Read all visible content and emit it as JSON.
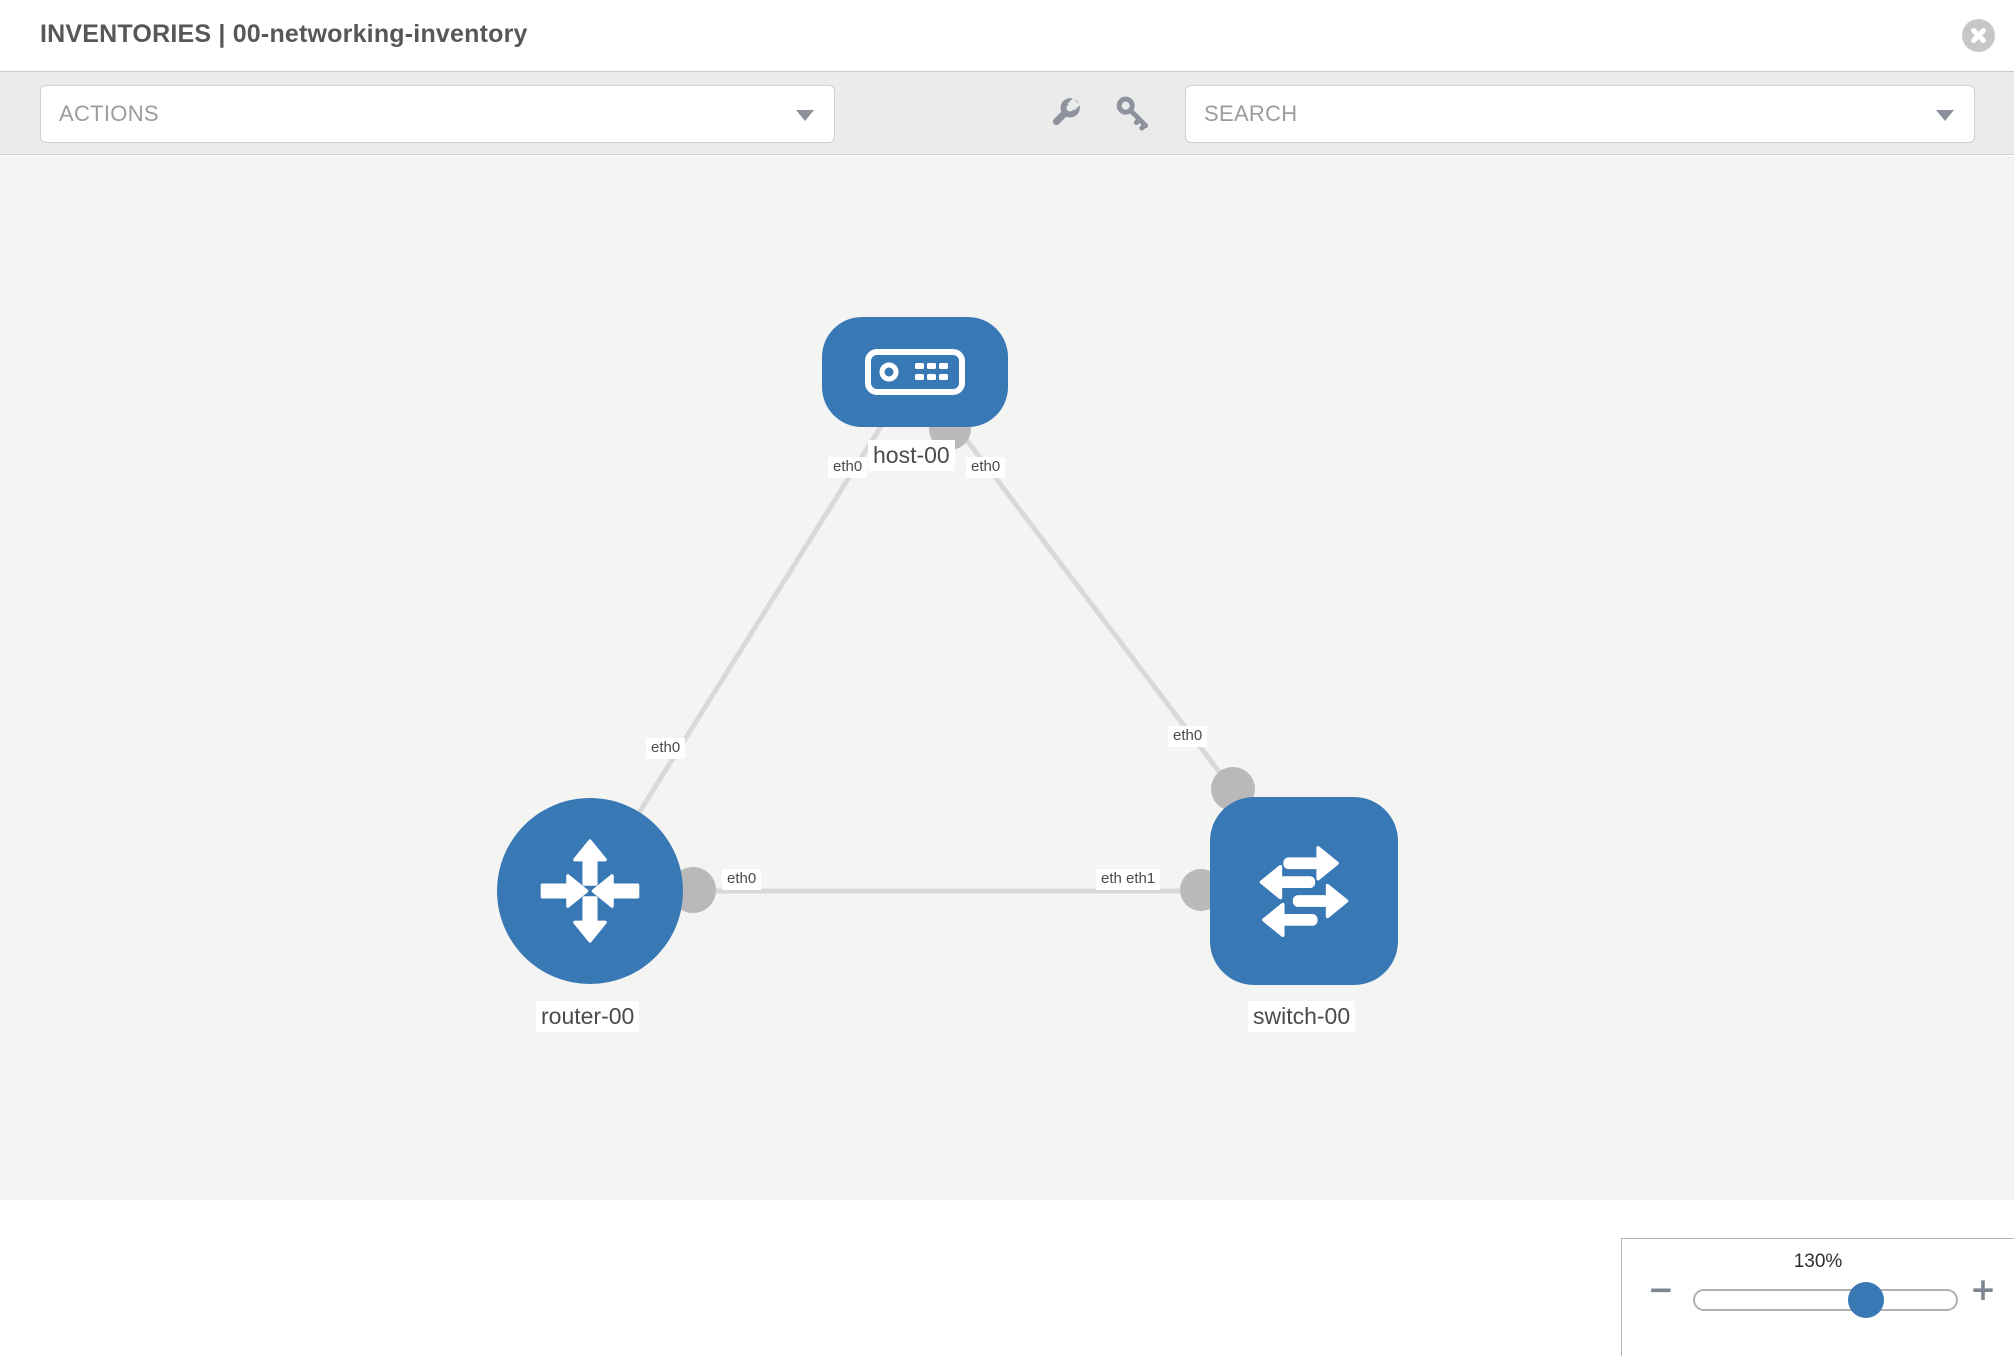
{
  "header": {
    "title": "INVENTORIES | 00-networking-inventory",
    "close_icon": "close-icon"
  },
  "toolbar": {
    "actions_label": "ACTIONS",
    "search_label": "SEARCH",
    "wrench_icon": "wrench-icon",
    "key_icon": "key-icon"
  },
  "colors": {
    "node_blue": "#3878b5",
    "edge_gray": "#d9d9d9",
    "interface_dot_gray": "#b9b9b9",
    "canvas_bg": "#f4f4f3",
    "toolbar_bg": "#ebebeb",
    "label_text": "#4b4b4b"
  },
  "diagram": {
    "nodes": [
      {
        "id": "host-00",
        "label": "host-00",
        "type": "host",
        "icon": "host-icon"
      },
      {
        "id": "router-00",
        "label": "router-00",
        "type": "router",
        "icon": "router-icon"
      },
      {
        "id": "switch-00",
        "label": "switch-00",
        "type": "switch",
        "icon": "switch-icon"
      }
    ],
    "edges": [
      {
        "from": "host-00",
        "to": "router-00"
      },
      {
        "from": "host-00",
        "to": "switch-00"
      },
      {
        "from": "router-00",
        "to": "switch-00"
      }
    ],
    "interface_labels": [
      {
        "text": "eth0",
        "near": "host-bottom-left"
      },
      {
        "text": "eth0",
        "near": "host-bottom-right"
      },
      {
        "text": "eth0",
        "near": "edge-host-router"
      },
      {
        "text": "eth0",
        "near": "edge-host-switch"
      },
      {
        "text": "eth0",
        "near": "router-right"
      },
      {
        "text": "eth0",
        "near": "switch-left-under"
      },
      {
        "text": "eth1",
        "near": "switch-left-over"
      }
    ]
  },
  "zoom_panel": {
    "level": "130%",
    "minus": "−",
    "plus": "+"
  }
}
